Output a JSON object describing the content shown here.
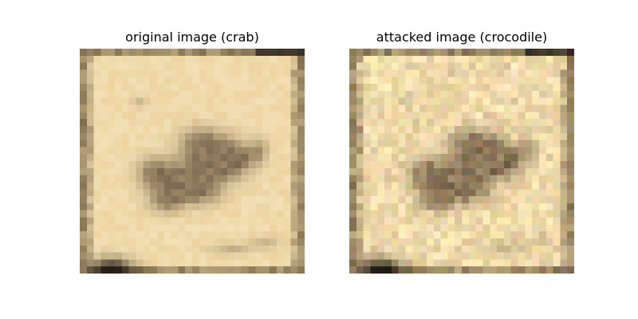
{
  "panels": [
    {
      "title": "original image (crab)",
      "image_description": "pixelated crab specimen on parchment background"
    },
    {
      "title": "attacked image (crocodile)",
      "image_description": "pixelated crab specimen with adversarial noise"
    }
  ],
  "colors": {
    "background": "#ffffff",
    "parchment_light": "#f6e6bf",
    "parchment_mid": "#e9cf97",
    "border_dark": "#5d4a30",
    "specimen_dark": "#6e5a43",
    "specimen_mid": "#927c5e"
  }
}
